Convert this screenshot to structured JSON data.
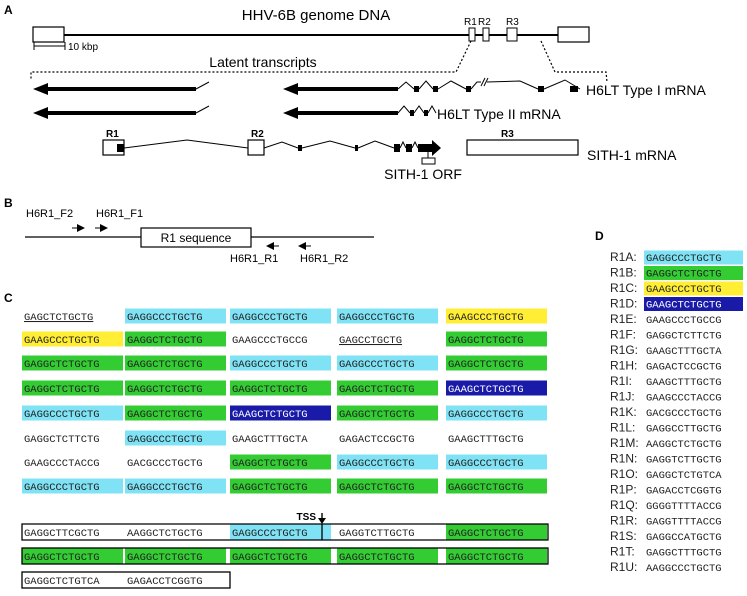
{
  "panels": {
    "a": "A",
    "b": "B",
    "c": "C",
    "d": "D"
  },
  "panel_a": {
    "genome_title": "HHV-6B genome DNA",
    "scale_label": "10 kbp",
    "r1": "R1",
    "r2": "R2",
    "r3": "R3",
    "latent_title": "Latent transcripts",
    "type1": "H6LT Type I mRNA",
    "type2": "H6LT Type II mRNA",
    "sith_r1": "R1",
    "sith_r2": "R2",
    "sith_r3": "R3",
    "sith_mrna": "SITH-1 mRNA",
    "sith_orf": "SITH-1 ORF"
  },
  "panel_b": {
    "f2": "H6R1_F2",
    "f1": "H6R1_F1",
    "seq": "R1 sequence",
    "r1": "H6R1_R1",
    "r2": "H6R1_R2"
  },
  "colors": {
    "cyan": "#7fe3f5",
    "green": "#33cc33",
    "yellow": "#ffee33",
    "blue": "#1a1aa8",
    "none": "#ffffff"
  },
  "panel_c": {
    "tss": "TSS",
    "rows": [
      [
        {
          "t": "GAGCTCTGCTG",
          "c": "none",
          "u": true
        },
        {
          "t": "GAGGCCCTGCTG",
          "c": "cyan"
        },
        {
          "t": "GAGGCCCTGCTG",
          "c": "cyan"
        },
        {
          "t": "GAGGCCCTGCTG",
          "c": "cyan"
        },
        {
          "t": "GAAGCCCTGCTG",
          "c": "yellow"
        }
      ],
      [
        {
          "t": "GAAGCCCTGCTG",
          "c": "yellow"
        },
        {
          "t": "GAGGCTCTGCTG",
          "c": "green"
        },
        {
          "t": "GAAGCCCTGCCG",
          "c": "none"
        },
        {
          "t": "GAGCCTGCTG",
          "c": "none",
          "u": true
        },
        {
          "t": "GAGGCTCTGCTG",
          "c": "green"
        }
      ],
      [
        {
          "t": "GAGGCTCTGCTG",
          "c": "green"
        },
        {
          "t": "GAGGCTCTGCTG",
          "c": "green"
        },
        {
          "t": "GAGGCCCTGCTG",
          "c": "cyan"
        },
        {
          "t": "GAGGCCCTGCTG",
          "c": "cyan"
        },
        {
          "t": "GAGGCTCTGCTG",
          "c": "green"
        }
      ],
      [
        {
          "t": "GAGGCTCTGCTG",
          "c": "green"
        },
        {
          "t": "GAGGCTCTGCTG",
          "c": "green"
        },
        {
          "t": "GAGGCTCTGCTG",
          "c": "green"
        },
        {
          "t": "GAGGCTCTGCTG",
          "c": "green"
        },
        {
          "t": "GAAGCTCTGCTG",
          "c": "blue"
        }
      ],
      [
        {
          "t": "GAGGCCCTGCTG",
          "c": "cyan"
        },
        {
          "t": "GAGGCTCTGCTG",
          "c": "green"
        },
        {
          "t": "GAAGCTCTGCTG",
          "c": "blue"
        },
        {
          "t": "GAGGCTCTGCTG",
          "c": "green"
        },
        {
          "t": "GAGGCCCTGCTG",
          "c": "cyan"
        }
      ],
      [
        {
          "t": "GAGGCTCTTCTG",
          "c": "none"
        },
        {
          "t": "GAGGCCCTGCTG",
          "c": "cyan"
        },
        {
          "t": "GAAGCTTTGCTA",
          "c": "none"
        },
        {
          "t": "GAGACTCCGCTG",
          "c": "none"
        },
        {
          "t": "GAAGCTTTGCTG",
          "c": "none"
        }
      ],
      [
        {
          "t": "GAAGCCCTACCG",
          "c": "none"
        },
        {
          "t": "GACGCCCTGCTG",
          "c": "none"
        },
        {
          "t": "GAGGCTCTGCTG",
          "c": "green"
        },
        {
          "t": "GAGGCCCTGCTG",
          "c": "cyan"
        },
        {
          "t": "GAGGCCCTGCTG",
          "c": "cyan"
        }
      ],
      [
        {
          "t": "GAGGCCCTGCTG",
          "c": "cyan"
        },
        {
          "t": "GAGGCCCTGCTG",
          "c": "cyan"
        },
        {
          "t": "GAGGCTCTGCTG",
          "c": "green"
        },
        {
          "t": "GAGGCTCTGCTG",
          "c": "green"
        },
        {
          "t": "GAGGCTCTGCTG",
          "c": "green"
        }
      ],
      [
        {
          "t": "GAGGCTTCGCTG",
          "c": "none"
        },
        {
          "t": "AAGGCTCTGCTG",
          "c": "none"
        },
        {
          "t": "GAGGCCCTGCTG",
          "c": "cyan"
        },
        {
          "t": "GAGGTCTTGCTG",
          "c": "none"
        },
        {
          "t": "GAGGCTCTGCTG",
          "c": "green"
        }
      ],
      [
        {
          "t": "GAGGCTCTGCTG",
          "c": "green"
        },
        {
          "t": "GAGGCTCTGCTG",
          "c": "green"
        },
        {
          "t": "GAGGCTCTGCTG",
          "c": "green"
        },
        {
          "t": "GAGGCTCTGCTG",
          "c": "green"
        },
        {
          "t": "GAGGCTCTGCTG",
          "c": "green"
        }
      ],
      [
        {
          "t": "GAGGCTCTGTCA",
          "c": "none"
        },
        {
          "t": "GAGACCTCGGTG",
          "c": "none"
        }
      ]
    ]
  },
  "panel_d": {
    "rows": [
      {
        "label": "R1A:",
        "seq": "GAGGCCCTGCTG",
        "c": "cyan"
      },
      {
        "label": "R1B:",
        "seq": "GAGGCTCTGCTG",
        "c": "green"
      },
      {
        "label": "R1C:",
        "seq": "GAAGCCCTGCTG",
        "c": "yellow"
      },
      {
        "label": "R1D:",
        "seq": "GAAGCTCTGCTG",
        "c": "blue"
      },
      {
        "label": "R1E:",
        "seq": "GAAGCCCTGCCG",
        "c": "none"
      },
      {
        "label": "R1F:",
        "seq": "GAGGCTCTTCTG",
        "c": "none"
      },
      {
        "label": "R1G:",
        "seq": "GAAGCTTTGCTA",
        "c": "none"
      },
      {
        "label": "R1H:",
        "seq": "GAGACTCCGCTG",
        "c": "none"
      },
      {
        "label": "R1I:",
        "seq": "GAAGCTTTGCTG",
        "c": "none"
      },
      {
        "label": "R1J:",
        "seq": "GAAGCCCTACCG",
        "c": "none"
      },
      {
        "label": "R1K:",
        "seq": "GACGCCCTGCTG",
        "c": "none"
      },
      {
        "label": "R1L:",
        "seq": "GAGGCCTTGCTG",
        "c": "none"
      },
      {
        "label": "R1M:",
        "seq": "AAGGCTCTGCTG",
        "c": "none"
      },
      {
        "label": "R1N:",
        "seq": "GAGGTCTTGCTG",
        "c": "none"
      },
      {
        "label": "R1O:",
        "seq": "GAGGCTCTGTCA",
        "c": "none"
      },
      {
        "label": "R1P:",
        "seq": "GAGACCTCGGTG",
        "c": "none"
      },
      {
        "label": "R1Q:",
        "seq": "GGGGTTTTACCG",
        "c": "none"
      },
      {
        "label": "R1R:",
        "seq": "GAGGTTTTACCG",
        "c": "none"
      },
      {
        "label": "R1S:",
        "seq": "GAGGCCATGCTG",
        "c": "none"
      },
      {
        "label": "R1T:",
        "seq": "GAGGCTTTGCTG",
        "c": "none"
      },
      {
        "label": "R1U:",
        "seq": "AAGGCCCTGCTG",
        "c": "none"
      }
    ]
  }
}
